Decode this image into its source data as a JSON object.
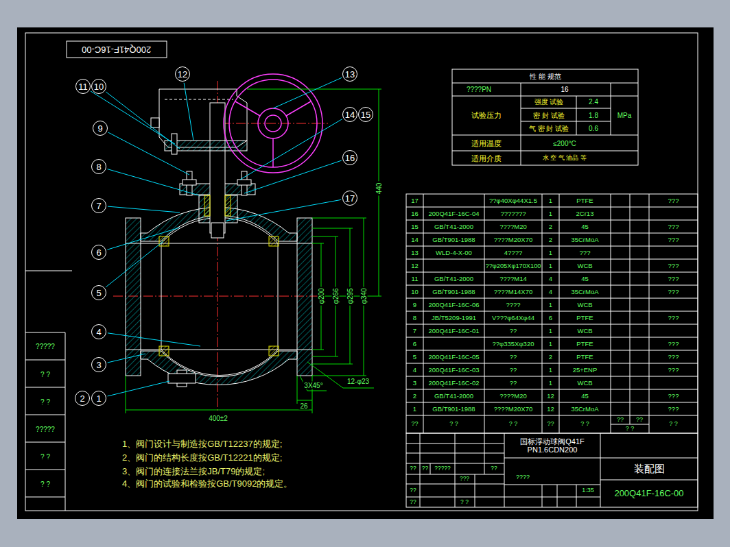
{
  "diagram": {
    "nodes": [
      {
        "text": [
          "200Q41F-16C-00"
        ]
      },
      {
        "text": [
          "11"
        ]
      },
      {
        "text": [
          "10"
        ]
      },
      {
        "text": [
          "12"
        ]
      },
      {
        "text": [
          "13"
        ]
      },
      {
        "text": [
          "9"
        ]
      },
      {
        "text": [
          "14"
        ]
      },
      {
        "text": [
          "15"
        ]
      },
      {
        "text": [
          "16"
        ]
      },
      {
        "text": [
          "8"
        ]
      },
      {
        "text": [
          "7"
        ]
      },
      {
        "text": [
          "17"
        ]
      },
      {
        "text": [
          "6"
        ]
      },
      {
        "text": [
          "5"
        ]
      },
      {
        "text": [
          "4"
        ]
      },
      {
        "text": [
          "3"
        ]
      },
      {
        "text": [
          "2"
        ]
      },
      {
        "text": [
          "1"
        ]
      }
    ],
    "labels": [
      "性 能 规范",
      "????PN",
      "16",
      "试验压力",
      "强度 试验",
      "2.4",
      "密 封 试验",
      "1.8",
      "气 密 封 试验",
      "0.6",
      "MPa",
      "适用温度",
      "≤200°C",
      "适用介质",
      "水 空 气 油品 等",
      "17",
      "??φ40Xφ44X1.5",
      "1",
      "PTFE",
      "???",
      "16",
      "200Q41F-16C-04",
      "???????",
      "1",
      "2Cr13",
      "15",
      "GB/T41-2000",
      "????M20",
      "2",
      "45",
      "???",
      "14",
      "GB/T901-1988",
      "????M20X70",
      "2",
      "35CrMoA",
      "???",
      "13",
      "WLD-4-X-00",
      "4????",
      "1",
      "???",
      "12",
      "??φ205Xφ170X100",
      "1",
      "WCB",
      "???",
      "11",
      "GB/T41-2000",
      "????M14",
      "4",
      "45",
      "???",
      "10",
      "GB/T901-1988",
      "????M14X70",
      "4",
      "35CrMoA",
      "???",
      "9",
      "200Q41F-16C-06",
      "????",
      "1",
      "WCB",
      "8",
      "JB/T5209-1991",
      "V???φ64Xφ44",
      "6",
      "PTFE",
      "???",
      "7",
      "200Q41F-16C-01",
      "??",
      "1",
      "WCB",
      "6",
      "??φ335Xφ320",
      "1",
      "PTFE",
      "???",
      "5",
      "200Q41F-16C-05",
      "??",
      "2",
      "PTFE",
      "???",
      "4",
      "200Q41F-16C-03",
      "??",
      "1",
      "25+ENP",
      "???",
      "3",
      "200Q41F-16C-02",
      "??",
      "1",
      "WCB",
      "2",
      "GB/T41-2000",
      "????M20",
      "12",
      "45",
      "???",
      "1",
      "GB/T901-1988",
      "????M20X70",
      "12",
      "35CrMoA",
      "???",
      "??",
      "? ?",
      "? ?",
      "??",
      "? ?",
      "??",
      "??",
      "? ?",
      "? ?",
      "国标浮动球阀Q41F PN1.6CDN200",
      "装配图",
      "200Q41F-16C-00",
      "????",
      "1:35",
      "??",
      "??",
      "?????",
      "??",
      "???",
      "??",
      "??",
      "? ?",
      "?????",
      "? ?",
      "? ?",
      "?????",
      "? ?",
      "? ?",
      "1、阀门设计与制造按GB/T12237的规定;",
      "2、阀门的结构长度按GB/T12221的规定;",
      "3、阀门的连接法兰按JB/T79的规定;",
      "4、阀门的试验和检验按GB/T9092的规定。",
      "440",
      "φ200",
      "φ266",
      "φ295",
      "φ340",
      "12-φ23",
      "3X45°",
      "26",
      "400±2"
    ]
  }
}
